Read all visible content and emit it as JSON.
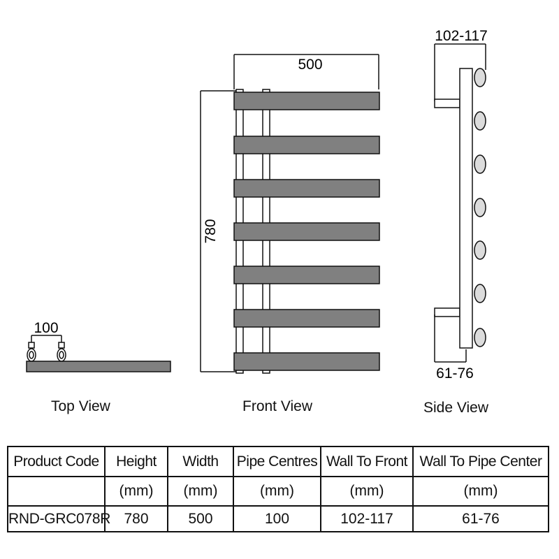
{
  "views": {
    "top": {
      "label": "Top View",
      "dimension": "100"
    },
    "front": {
      "label": "Front View",
      "width": "500",
      "height": "780"
    },
    "side": {
      "label": "Side View",
      "wall_to_front": "102-117",
      "wall_to_pipe": "61-76"
    }
  },
  "table": {
    "headers": [
      "Product Code",
      "Height",
      "Width",
      "Pipe Centres",
      "Wall To Front",
      "Wall To Pipe Center"
    ],
    "units": [
      "",
      "(mm)",
      "(mm)",
      "(mm)",
      "(mm)",
      "(mm)"
    ],
    "rows": [
      [
        "RND-GRC078R",
        "780",
        "500",
        "100",
        "102-117",
        "61-76"
      ]
    ]
  },
  "colors": {
    "bar": "#808080",
    "line": "#111111",
    "pipe": "#dcdcdc"
  }
}
